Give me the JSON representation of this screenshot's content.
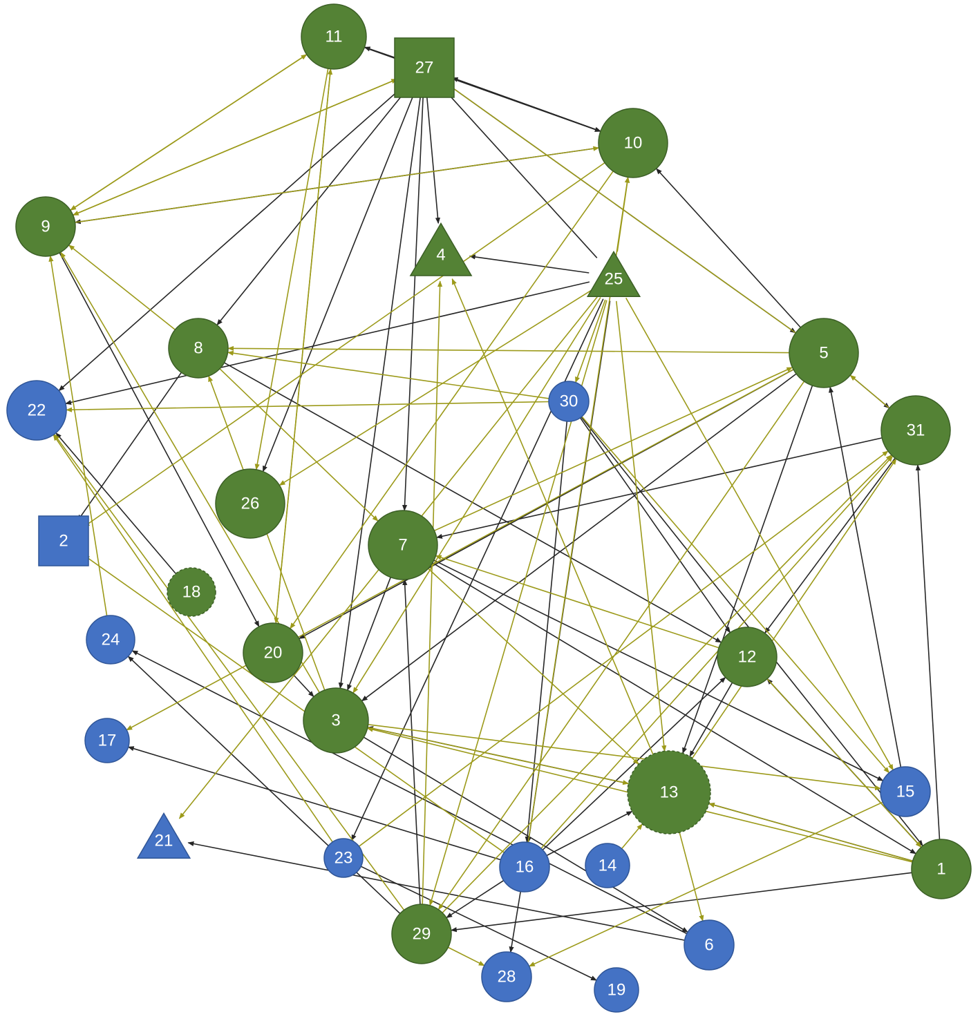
{
  "colors": {
    "green_fill": "#548235",
    "green_stroke": "#3b5e25",
    "blue_fill": "#4472c4",
    "blue_stroke": "#2f5597",
    "black_edge": "#262626",
    "olive_edge": "#9c9a1a"
  },
  "nodes": [
    {
      "id": "1",
      "label": "1",
      "shape": "circle",
      "color": "green",
      "dashed": false
    },
    {
      "id": "2",
      "label": "2",
      "shape": "square",
      "color": "blue",
      "dashed": false
    },
    {
      "id": "3",
      "label": "3",
      "shape": "circle",
      "color": "green",
      "dashed": false
    },
    {
      "id": "4",
      "label": "4",
      "shape": "triangle",
      "color": "green",
      "dashed": false
    },
    {
      "id": "5",
      "label": "5",
      "shape": "circle",
      "color": "green",
      "dashed": false
    },
    {
      "id": "6",
      "label": "6",
      "shape": "circle",
      "color": "blue",
      "dashed": false
    },
    {
      "id": "7",
      "label": "7",
      "shape": "circle",
      "color": "green",
      "dashed": false
    },
    {
      "id": "8",
      "label": "8",
      "shape": "circle",
      "color": "green",
      "dashed": false
    },
    {
      "id": "9",
      "label": "9",
      "shape": "circle",
      "color": "green",
      "dashed": false
    },
    {
      "id": "10",
      "label": "10",
      "shape": "circle",
      "color": "green",
      "dashed": false
    },
    {
      "id": "11",
      "label": "11",
      "shape": "circle",
      "color": "green",
      "dashed": false
    },
    {
      "id": "12",
      "label": "12",
      "shape": "circle",
      "color": "green",
      "dashed": false
    },
    {
      "id": "13",
      "label": "13",
      "shape": "circle",
      "color": "green",
      "dashed": true
    },
    {
      "id": "14",
      "label": "14",
      "shape": "circle",
      "color": "blue",
      "dashed": false
    },
    {
      "id": "15",
      "label": "15",
      "shape": "circle",
      "color": "blue",
      "dashed": false
    },
    {
      "id": "16",
      "label": "16",
      "shape": "circle",
      "color": "blue",
      "dashed": false
    },
    {
      "id": "17",
      "label": "17",
      "shape": "circle",
      "color": "blue",
      "dashed": false
    },
    {
      "id": "18",
      "label": "18",
      "shape": "circle",
      "color": "green",
      "dashed": true
    },
    {
      "id": "19",
      "label": "19",
      "shape": "circle",
      "color": "blue",
      "dashed": false
    },
    {
      "id": "20",
      "label": "20",
      "shape": "circle",
      "color": "green",
      "dashed": false
    },
    {
      "id": "21",
      "label": "21",
      "shape": "triangle",
      "color": "blue",
      "dashed": false
    },
    {
      "id": "22",
      "label": "22",
      "shape": "circle",
      "color": "blue",
      "dashed": false
    },
    {
      "id": "23",
      "label": "23",
      "shape": "circle",
      "color": "blue",
      "dashed": false
    },
    {
      "id": "24",
      "label": "24",
      "shape": "circle",
      "color": "blue",
      "dashed": false
    },
    {
      "id": "25",
      "label": "25",
      "shape": "triangle",
      "color": "green",
      "dashed": false
    },
    {
      "id": "26",
      "label": "26",
      "shape": "circle",
      "color": "green",
      "dashed": false
    },
    {
      "id": "27",
      "label": "27",
      "shape": "square",
      "color": "green",
      "dashed": false
    },
    {
      "id": "28",
      "label": "28",
      "shape": "circle",
      "color": "blue",
      "dashed": false
    },
    {
      "id": "29",
      "label": "29",
      "shape": "circle",
      "color": "green",
      "dashed": false
    },
    {
      "id": "30",
      "label": "30",
      "shape": "circle",
      "color": "blue",
      "dashed": false
    },
    {
      "id": "31",
      "label": "31",
      "shape": "circle",
      "color": "green",
      "dashed": false
    }
  ],
  "edges": [
    {
      "from": "27",
      "to": "10",
      "color": "black"
    },
    {
      "from": "11",
      "to": "10",
      "color": "black"
    },
    {
      "from": "10",
      "to": "27",
      "color": "black"
    },
    {
      "from": "27",
      "to": "11",
      "color": "black"
    },
    {
      "from": "27",
      "to": "4",
      "color": "black"
    },
    {
      "from": "27",
      "to": "7",
      "color": "black"
    },
    {
      "from": "27",
      "to": "8",
      "color": "black"
    },
    {
      "from": "27",
      "to": "22",
      "color": "black"
    },
    {
      "from": "27",
      "to": "26",
      "color": "black"
    },
    {
      "from": "27",
      "to": "3",
      "color": "black"
    },
    {
      "from": "27",
      "to": "5",
      "color": "black"
    },
    {
      "from": "10",
      "to": "9",
      "color": "black"
    },
    {
      "from": "5",
      "to": "10",
      "color": "black"
    },
    {
      "from": "25",
      "to": "27",
      "color": "black"
    },
    {
      "from": "25",
      "to": "4",
      "color": "black"
    },
    {
      "from": "25",
      "to": "22",
      "color": "black"
    },
    {
      "from": "25",
      "to": "16",
      "color": "black"
    },
    {
      "from": "25",
      "to": "23",
      "color": "black"
    },
    {
      "from": "9",
      "to": "20",
      "color": "black"
    },
    {
      "from": "8",
      "to": "2",
      "color": "black"
    },
    {
      "from": "8",
      "to": "12",
      "color": "black"
    },
    {
      "from": "18",
      "to": "22",
      "color": "black"
    },
    {
      "from": "20",
      "to": "3",
      "color": "black"
    },
    {
      "from": "5",
      "to": "20",
      "color": "black"
    },
    {
      "from": "5",
      "to": "3",
      "color": "black"
    },
    {
      "from": "5",
      "to": "13",
      "color": "black"
    },
    {
      "from": "5",
      "to": "31",
      "color": "black"
    },
    {
      "from": "7",
      "to": "3",
      "color": "black"
    },
    {
      "from": "7",
      "to": "1",
      "color": "black"
    },
    {
      "from": "7",
      "to": "15",
      "color": "black"
    },
    {
      "from": "31",
      "to": "7",
      "color": "black"
    },
    {
      "from": "31",
      "to": "12",
      "color": "black"
    },
    {
      "from": "30",
      "to": "12",
      "color": "black"
    },
    {
      "from": "30",
      "to": "16",
      "color": "black"
    },
    {
      "from": "30",
      "to": "1",
      "color": "black"
    },
    {
      "from": "12",
      "to": "13",
      "color": "black"
    },
    {
      "from": "12",
      "to": "1",
      "color": "black"
    },
    {
      "from": "1",
      "to": "12",
      "color": "black"
    },
    {
      "from": "1",
      "to": "31",
      "color": "black"
    },
    {
      "from": "1",
      "to": "13",
      "color": "black"
    },
    {
      "from": "1",
      "to": "29",
      "color": "black"
    },
    {
      "from": "15",
      "to": "5",
      "color": "black"
    },
    {
      "from": "13",
      "to": "3",
      "color": "black"
    },
    {
      "from": "16",
      "to": "13",
      "color": "black"
    },
    {
      "from": "16",
      "to": "28",
      "color": "black"
    },
    {
      "from": "16",
      "to": "29",
      "color": "black"
    },
    {
      "from": "16",
      "to": "17",
      "color": "black"
    },
    {
      "from": "16",
      "to": "12",
      "color": "black"
    },
    {
      "from": "29",
      "to": "7",
      "color": "black"
    },
    {
      "from": "29",
      "to": "24",
      "color": "black"
    },
    {
      "from": "23",
      "to": "19",
      "color": "black"
    },
    {
      "from": "6",
      "to": "24",
      "color": "black"
    },
    {
      "from": "6",
      "to": "21",
      "color": "black"
    },
    {
      "from": "3",
      "to": "6",
      "color": "black"
    },
    {
      "from": "9",
      "to": "11",
      "color": "olive"
    },
    {
      "from": "9",
      "to": "27",
      "color": "olive"
    },
    {
      "from": "9",
      "to": "10",
      "color": "olive"
    },
    {
      "from": "11",
      "to": "9",
      "color": "olive"
    },
    {
      "from": "27",
      "to": "9",
      "color": "olive"
    },
    {
      "from": "20",
      "to": "11",
      "color": "olive"
    },
    {
      "from": "11",
      "to": "26",
      "color": "olive"
    },
    {
      "from": "11",
      "to": "20",
      "color": "olive"
    },
    {
      "from": "5",
      "to": "27",
      "color": "olive"
    },
    {
      "from": "5",
      "to": "8",
      "color": "olive"
    },
    {
      "from": "5",
      "to": "17",
      "color": "olive"
    },
    {
      "from": "5",
      "to": "29",
      "color": "olive"
    },
    {
      "from": "31",
      "to": "5",
      "color": "olive"
    },
    {
      "from": "10",
      "to": "2",
      "color": "olive"
    },
    {
      "from": "10",
      "to": "20",
      "color": "olive"
    },
    {
      "from": "25",
      "to": "10",
      "color": "olive"
    },
    {
      "from": "25",
      "to": "26",
      "color": "olive"
    },
    {
      "from": "25",
      "to": "30",
      "color": "olive"
    },
    {
      "from": "25",
      "to": "21",
      "color": "olive"
    },
    {
      "from": "25",
      "to": "13",
      "color": "olive"
    },
    {
      "from": "25",
      "to": "15",
      "color": "olive"
    },
    {
      "from": "25",
      "to": "3",
      "color": "olive"
    },
    {
      "from": "25",
      "to": "29",
      "color": "olive"
    },
    {
      "from": "30",
      "to": "22",
      "color": "olive"
    },
    {
      "from": "30",
      "to": "8",
      "color": "olive"
    },
    {
      "from": "30",
      "to": "15",
      "color": "olive"
    },
    {
      "from": "8",
      "to": "9",
      "color": "olive"
    },
    {
      "from": "8",
      "to": "7",
      "color": "olive"
    },
    {
      "from": "3",
      "to": "8",
      "color": "olive"
    },
    {
      "from": "3",
      "to": "13",
      "color": "olive"
    },
    {
      "from": "3",
      "to": "15",
      "color": "olive"
    },
    {
      "from": "3",
      "to": "9",
      "color": "olive"
    },
    {
      "from": "24",
      "to": "9",
      "color": "olive"
    },
    {
      "from": "23",
      "to": "22",
      "color": "olive"
    },
    {
      "from": "29",
      "to": "22",
      "color": "olive"
    },
    {
      "from": "29",
      "to": "4",
      "color": "olive"
    },
    {
      "from": "29",
      "to": "31",
      "color": "olive"
    },
    {
      "from": "29",
      "to": "28",
      "color": "olive"
    },
    {
      "from": "16",
      "to": "2",
      "color": "olive"
    },
    {
      "from": "16",
      "to": "31",
      "color": "olive"
    },
    {
      "from": "23",
      "to": "31",
      "color": "olive"
    },
    {
      "from": "13",
      "to": "31",
      "color": "olive"
    },
    {
      "from": "13",
      "to": "4",
      "color": "olive"
    },
    {
      "from": "13",
      "to": "6",
      "color": "olive"
    },
    {
      "from": "12",
      "to": "7",
      "color": "olive"
    },
    {
      "from": "7",
      "to": "13",
      "color": "olive"
    },
    {
      "from": "7",
      "to": "5",
      "color": "olive"
    },
    {
      "from": "1",
      "to": "3",
      "color": "olive"
    },
    {
      "from": "1",
      "to": "13",
      "color": "olive"
    },
    {
      "from": "15",
      "to": "28",
      "color": "olive"
    },
    {
      "from": "14",
      "to": "13",
      "color": "olive"
    },
    {
      "from": "16",
      "to": "10",
      "color": "olive"
    },
    {
      "from": "12",
      "to": "1",
      "color": "olive"
    }
  ]
}
